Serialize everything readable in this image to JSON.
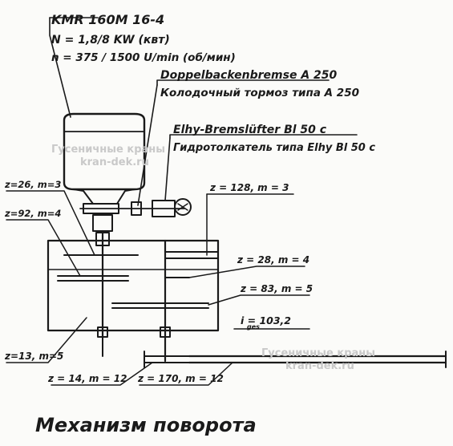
{
  "motor": {
    "model": "KMR 160M  16-4",
    "power": "N  =  1,8/8 KW  (квт)",
    "speed": "n  =  375 / 1500 U/min  (об/мин)"
  },
  "brake": {
    "line_de": "Doppelbackenbremse  A 250",
    "line_ru": "Колодочный тормоз типа А 250"
  },
  "thruster": {
    "line_de": "Elhy-Bremslüfter  Bl 50 c",
    "line_ru": "Гидротолкатель типа Elhy Bl 50 c"
  },
  "gears": {
    "z26": "z=26, m=3",
    "z92": "z=92, m=4",
    "z128": "z = 128, m = 3",
    "z28": "z = 28, m = 4",
    "z83": "z = 83, m = 5",
    "ratio": "i   = 103,2",
    "ratio_sub": "ges",
    "z13": "z=13, m=5",
    "z14": "z = 14, m = 12",
    "z170": "z = 170, m = 12"
  },
  "watermarks": [
    {
      "line1": "Гусеничные краны",
      "line2": "kran-dek.ru"
    },
    {
      "line1": "Гусеничные краны",
      "line2": "kran-dek.ru"
    }
  ],
  "caption": "Механизм поворота"
}
